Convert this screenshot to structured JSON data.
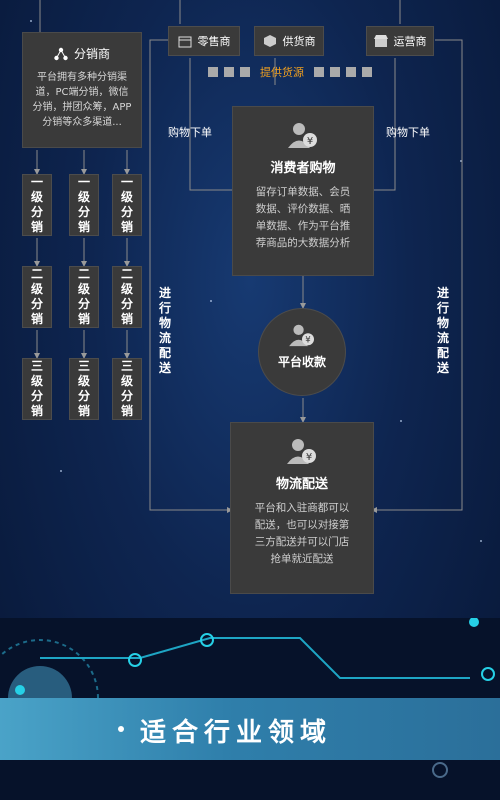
{
  "colors": {
    "panel": "#3a3a3a",
    "line": "#8a8a8a",
    "accent": "#f0a020",
    "banner": "#3b92bd",
    "cyan": "#26d0e6"
  },
  "distributor": {
    "title": "分销商",
    "desc_lines": [
      "平台拥有多种分销渠",
      "道，PC端分销，微信",
      "分销，拼团众筹，APP",
      "分销等众多渠道..."
    ]
  },
  "top_nodes": [
    {
      "label": "零售商",
      "icon": "store-icon"
    },
    {
      "label": "供货商",
      "icon": "cube-icon"
    },
    {
      "label": "运营商",
      "icon": "shop-icon"
    }
  ],
  "supply_label": "提供货源",
  "order_left": "购物下单",
  "order_right": "购物下单",
  "consumer": {
    "title": "消费者购物",
    "desc_lines": [
      "留存订单数据、会员",
      "数据、评价数据、晒",
      "单数据、作为平台推",
      "荐商品的大数据分析"
    ]
  },
  "payment": {
    "title": "平台收款"
  },
  "logistics": {
    "title": "物流配送",
    "desc_lines": [
      "平台和入驻商都可以",
      "配送，也可以对接第",
      "三方配送并可以门店",
      "抢单就近配送"
    ]
  },
  "delivery_left": "进行物流配送",
  "delivery_right": "进行物流配送",
  "levels": {
    "l1": "一级分销",
    "l2": "二级分销",
    "l3": "三级分销"
  },
  "banner": {
    "title": "适合行业领域"
  }
}
